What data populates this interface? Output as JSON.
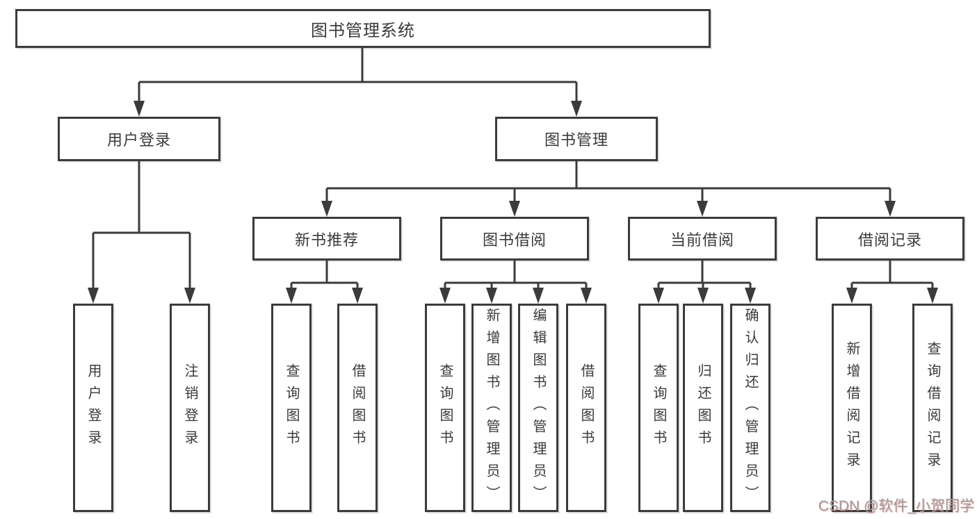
{
  "colors": {
    "background": "#ffffff",
    "line": "#3b3b3b",
    "box_border": "#3b3b3b",
    "box_fill": "#ffffff",
    "text": "#3a3a3a",
    "watermark_text": "#9d9d9d"
  },
  "diagram": {
    "root": {
      "label": "图书管理系统"
    },
    "level2": {
      "user_login": {
        "label": "用户登录"
      },
      "book_mgmt": {
        "label": "图书管理"
      }
    },
    "level3": {
      "new_book_rec": {
        "label": "新书推荐"
      },
      "book_borrow": {
        "label": "图书借阅"
      },
      "current_borrow": {
        "label": "当前借阅"
      },
      "borrow_record": {
        "label": "借阅记录"
      }
    },
    "leaves": {
      "user_login_leaf": {
        "label": "用户登录",
        "parent": "用户登录"
      },
      "logout": {
        "label": "注销登录",
        "parent": "用户登录"
      },
      "nbr_query_book": {
        "label": "查询图书",
        "parent": "新书推荐"
      },
      "nbr_borrow_book": {
        "label": "借阅图书",
        "parent": "新书推荐"
      },
      "bb_query_book": {
        "label": "查询图书",
        "parent": "图书借阅"
      },
      "bb_add_book": {
        "label": "新增图书（管理员）",
        "parent": "图书借阅"
      },
      "bb_edit_book": {
        "label": "编辑图书（管理员）",
        "parent": "图书借阅"
      },
      "bb_borrow_book": {
        "label": "借阅图书",
        "parent": "图书借阅"
      },
      "cb_query_book": {
        "label": "查询图书",
        "parent": "当前借阅"
      },
      "cb_return_book": {
        "label": "归还图书",
        "parent": "当前借阅"
      },
      "cb_confirm_return": {
        "label": "确认归还（管理员）",
        "parent": "当前借阅"
      },
      "br_add_record": {
        "label": "新增借阅记录",
        "parent": "借阅记录"
      },
      "br_query_record": {
        "label": "查询借阅记录",
        "parent": "借阅记录"
      }
    },
    "hierarchy": {
      "图书管理系统": {
        "用户登录": [
          "用户登录",
          "注销登录"
        ],
        "图书管理": {
          "新书推荐": [
            "查询图书",
            "借阅图书"
          ],
          "图书借阅": [
            "查询图书",
            "新增图书（管理员）",
            "编辑图书（管理员）",
            "借阅图书"
          ],
          "当前借阅": [
            "查询图书",
            "归还图书",
            "确认归还（管理员）"
          ],
          "借阅记录": [
            "新增借阅记录",
            "查询借阅记录"
          ]
        }
      }
    }
  },
  "watermark": {
    "text": "CSDN @软件_小贺同学"
  }
}
